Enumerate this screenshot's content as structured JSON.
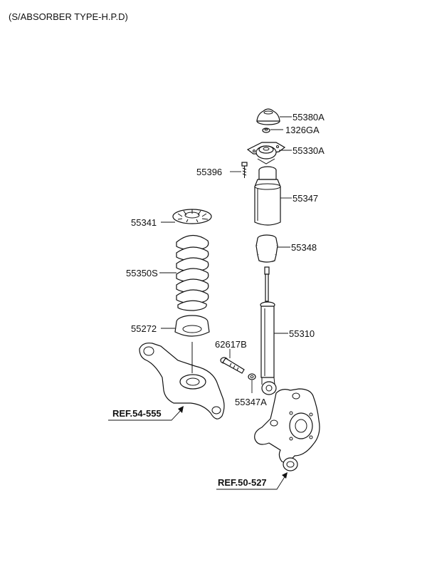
{
  "header": {
    "title": "(S/ABSORBER TYPE-H.P.D)"
  },
  "parts": {
    "p55380A": "55380A",
    "p1326GA": "1326GA",
    "p55330A": "55330A",
    "p55396": "55396",
    "p55347": "55347",
    "p55341": "55341",
    "p55348": "55348",
    "p55350S": "55350S",
    "p55310": "55310",
    "p55272": "55272",
    "p62617B": "62617B",
    "p55347A": "55347A"
  },
  "refs": {
    "ref_lower_arm": "REF.54-555",
    "ref_knuckle": "REF.50-527"
  }
}
